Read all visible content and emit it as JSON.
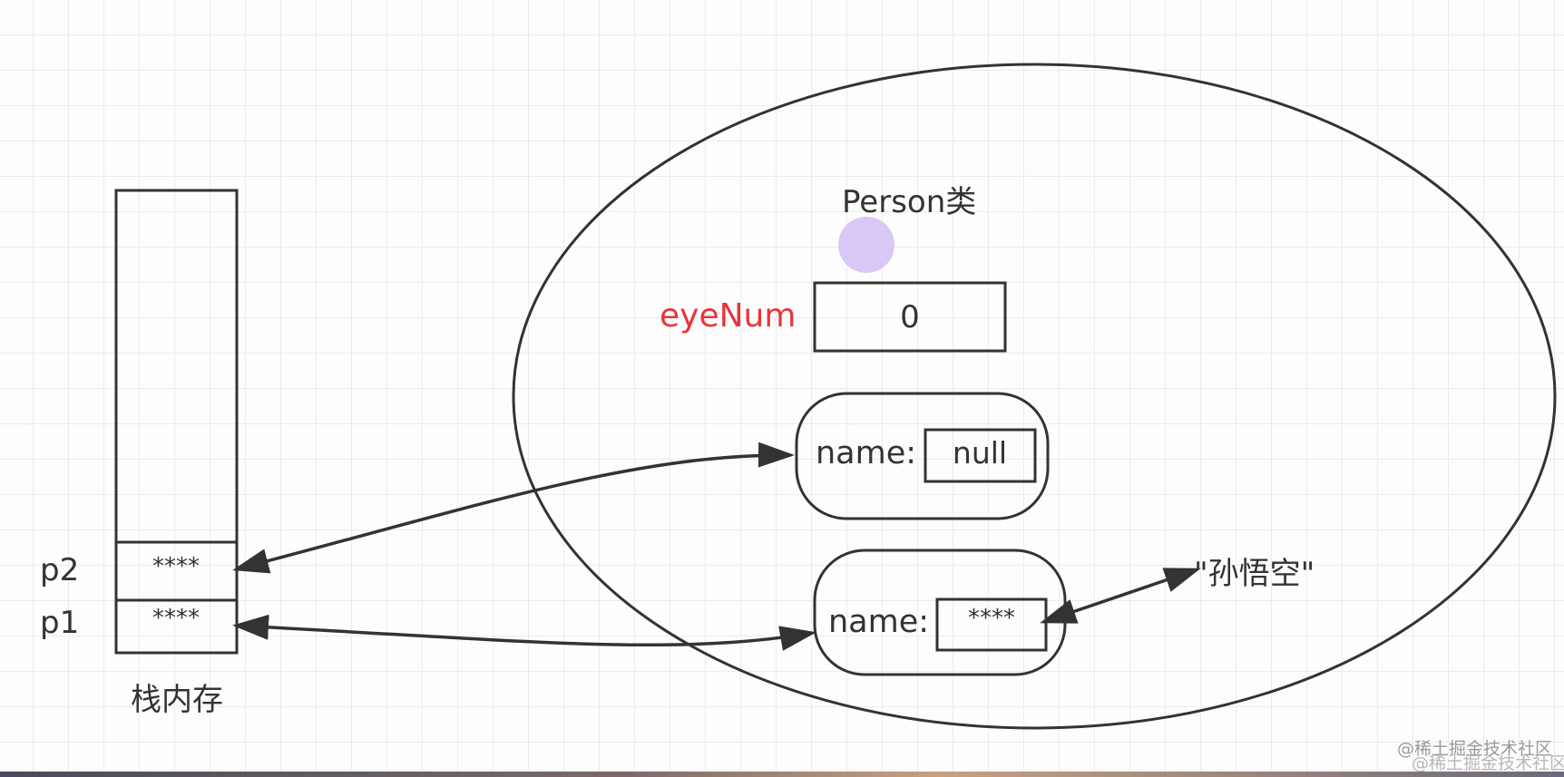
{
  "stack": {
    "title": "栈内存",
    "slots": [
      {
        "label": "p2",
        "value": "****"
      },
      {
        "label": "p1",
        "value": "****"
      }
    ]
  },
  "heap": {
    "class_title": "Person类",
    "static_field": {
      "name": "eyeNum",
      "value": "0",
      "color": "#e8353a"
    },
    "objects": [
      {
        "field": "name:",
        "value": "null"
      },
      {
        "field": "name:",
        "value": "****"
      }
    ],
    "string_literal": "\"孙悟空\""
  },
  "watermark": "@稀土掘金技术社区",
  "colors": {
    "marker": "#d7c8f7",
    "line": "#333333"
  }
}
